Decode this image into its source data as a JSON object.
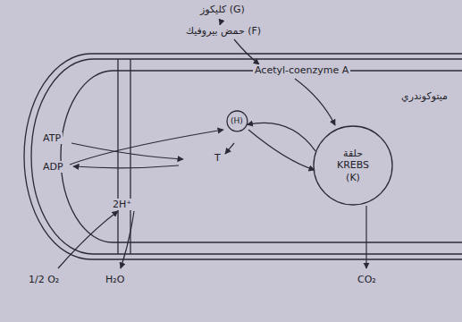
{
  "diagram": {
    "nodes": [
      {
        "text": [
          "ميتوكوندري"
        ]
      },
      {
        "text": [
          "حلقة KREBS (K)"
        ],
        "in": 0
      },
      {
        "text": [
          "(H)"
        ],
        "in": 0
      }
    ],
    "edges": [
      {
        "from": 1,
        "to": 2,
        "arrow": "to"
      }
    ],
    "labels": [
      "كليكوز (G)",
      "حمض بيروفيك (F)",
      "Acetyl-coenzyme A",
      "ATP",
      "ADP",
      "T",
      "2H⁺",
      "1/2 O₂",
      "H₂O",
      "CO₂"
    ]
  }
}
